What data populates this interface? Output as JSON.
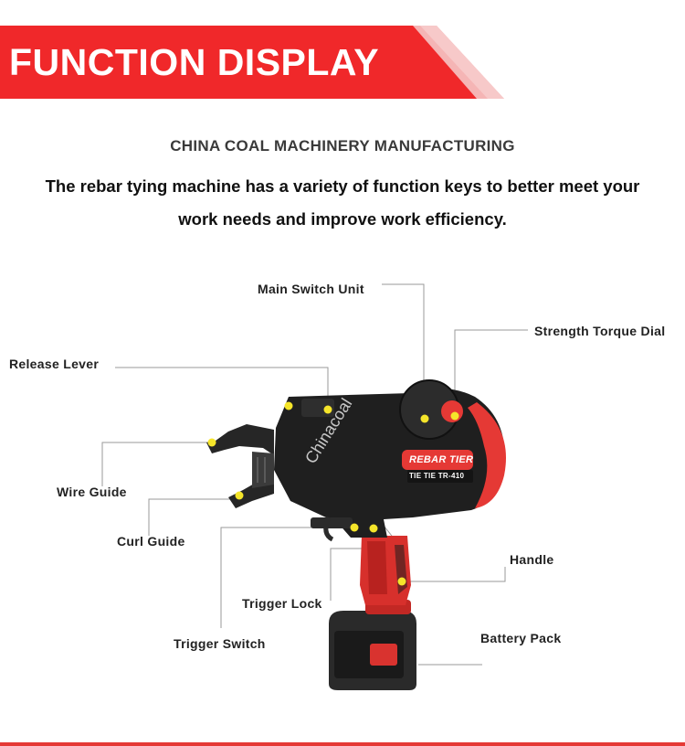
{
  "banner": {
    "title": "FUNCTION DISPLAY",
    "color": "#f0282a"
  },
  "company": "CHINA COAL MACHINERY MANUFACTURING",
  "description": {
    "line1": "The rebar tying machine has a variety of function keys to better meet your",
    "line2": "work needs and improve work efficiency."
  },
  "product": {
    "brand_label": "REBAR TIER",
    "model_label": "TIE TIE  TR-410",
    "watermark": "Chinacoal"
  },
  "callouts": {
    "main_switch_unit": "Main Switch Unit",
    "strength_torque_dial": "Strength Torque Dial",
    "release_lever": "Release Lever",
    "wire_guide": "Wire Guide",
    "curl_guide": "Curl Guide",
    "handle": "Handle",
    "trigger_lock": "Trigger Lock",
    "trigger_switch": "Trigger Switch",
    "battery_pack": "Battery Pack"
  },
  "colors": {
    "accent_red": "#e53935",
    "marker_yellow": "#f5e52a",
    "body_black": "#1f1f1f",
    "leader_gray": "#9a9a9a"
  }
}
